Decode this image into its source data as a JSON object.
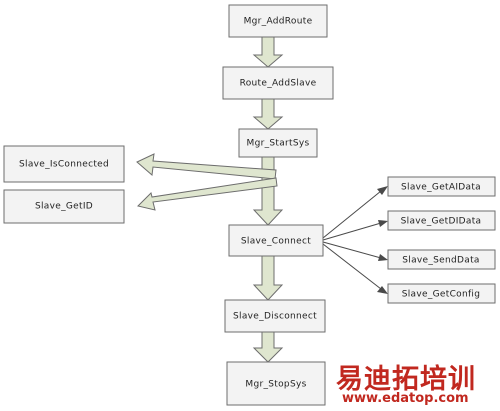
{
  "nodes": {
    "mgr_addroute": "Mgr_AddRoute",
    "route_addslave": "Route_AddSlave",
    "mgr_startsys": "Mgr_StartSys",
    "slave_isconnected": "Slave_IsConnected",
    "slave_getid": "Slave_GetID",
    "slave_connect": "Slave_Connect",
    "slave_getaidata": "Slave_GetAIData",
    "slave_getdidata": "Slave_GetDIData",
    "slave_senddata": "Slave_SendData",
    "slave_getconfig": "Slave_GetConfig",
    "slave_disconnect": "Slave_Disconnect",
    "mgr_stopsys": "Mgr_StopSys"
  },
  "edges": [
    {
      "from": "Mgr_AddRoute",
      "to": "Route_AddSlave"
    },
    {
      "from": "Route_AddSlave",
      "to": "Mgr_StartSys"
    },
    {
      "from": "Mgr_StartSys",
      "to": "Slave_IsConnected"
    },
    {
      "from": "Mgr_StartSys",
      "to": "Slave_GetID"
    },
    {
      "from": "Mgr_StartSys",
      "to": "Slave_Connect"
    },
    {
      "from": "Slave_Connect",
      "to": "Slave_GetAIData"
    },
    {
      "from": "Slave_Connect",
      "to": "Slave_GetDIData"
    },
    {
      "from": "Slave_Connect",
      "to": "Slave_SendData"
    },
    {
      "from": "Slave_Connect",
      "to": "Slave_GetConfig"
    },
    {
      "from": "Slave_Connect",
      "to": "Slave_Disconnect"
    },
    {
      "from": "Slave_Disconnect",
      "to": "Mgr_StopSys"
    }
  ],
  "watermark": {
    "text": "易迪拓培训",
    "url": "www.edatop.com",
    "color": "#c1281f"
  }
}
